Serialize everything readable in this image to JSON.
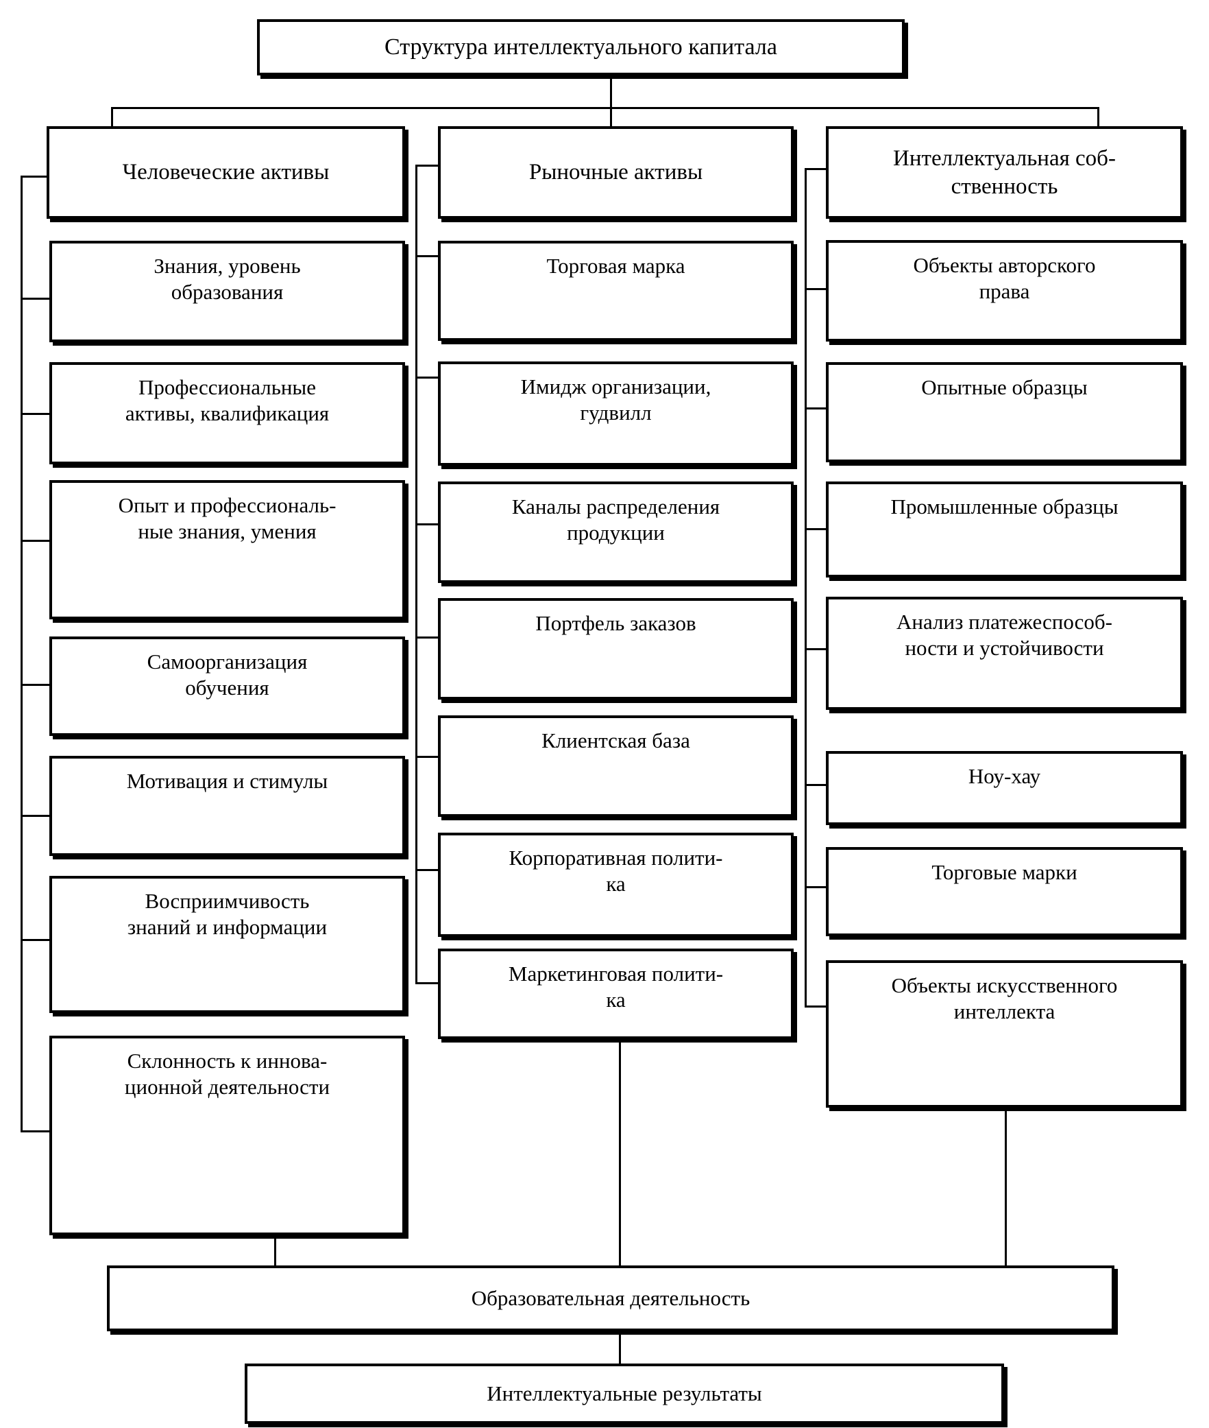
{
  "diagram": {
    "title_box": {
      "label": "Структура интеллектуального капитала"
    },
    "columns": [
      {
        "name": "human-assets",
        "header": {
          "label": "Человеческие активы"
        },
        "items": [
          {
            "label": "Знания, уровень\nобразования"
          },
          {
            "label": "Профессиональные\nактивы, квалификация"
          },
          {
            "label": "Опыт и профессиональ-\nные знания, умения"
          },
          {
            "label": "Самоорганизация\nобучения"
          },
          {
            "label": "Мотивация и стимулы"
          },
          {
            "label": "Восприимчивость\nзнаний и информации"
          },
          {
            "label": "Склонность к иннова-\nционной деятельности"
          }
        ]
      },
      {
        "name": "market-assets",
        "header": {
          "label": "Рыночные активы"
        },
        "items": [
          {
            "label": "Торговая марка"
          },
          {
            "label": "Имидж организации,\nгудвилл"
          },
          {
            "label": "Каналы распределения\nпродукции"
          },
          {
            "label": "Портфель заказов"
          },
          {
            "label": "Клиентская база"
          },
          {
            "label": "Корпоративная полити-\nка"
          },
          {
            "label": "Маркетинговая полити-\nка"
          }
        ]
      },
      {
        "name": "intellectual-property",
        "header": {
          "label": "Интеллектуальная соб-\nственность"
        },
        "items": [
          {
            "label": "Объекты авторского\nправа"
          },
          {
            "label": "Опытные образцы"
          },
          {
            "label": "Промышленные образцы"
          },
          {
            "label": "Анализ платежеспособ-\nности и устойчивости"
          },
          {
            "label": "Ноу-хау"
          },
          {
            "label": "Торговые марки"
          },
          {
            "label": "Объекты искусственного\nинтеллекта"
          }
        ]
      }
    ],
    "footer_boxes": [
      {
        "name": "educational-activity",
        "label": "Образовательная деятельность"
      },
      {
        "name": "intellectual-results",
        "label": "Интеллектуальные результаты"
      }
    ]
  }
}
